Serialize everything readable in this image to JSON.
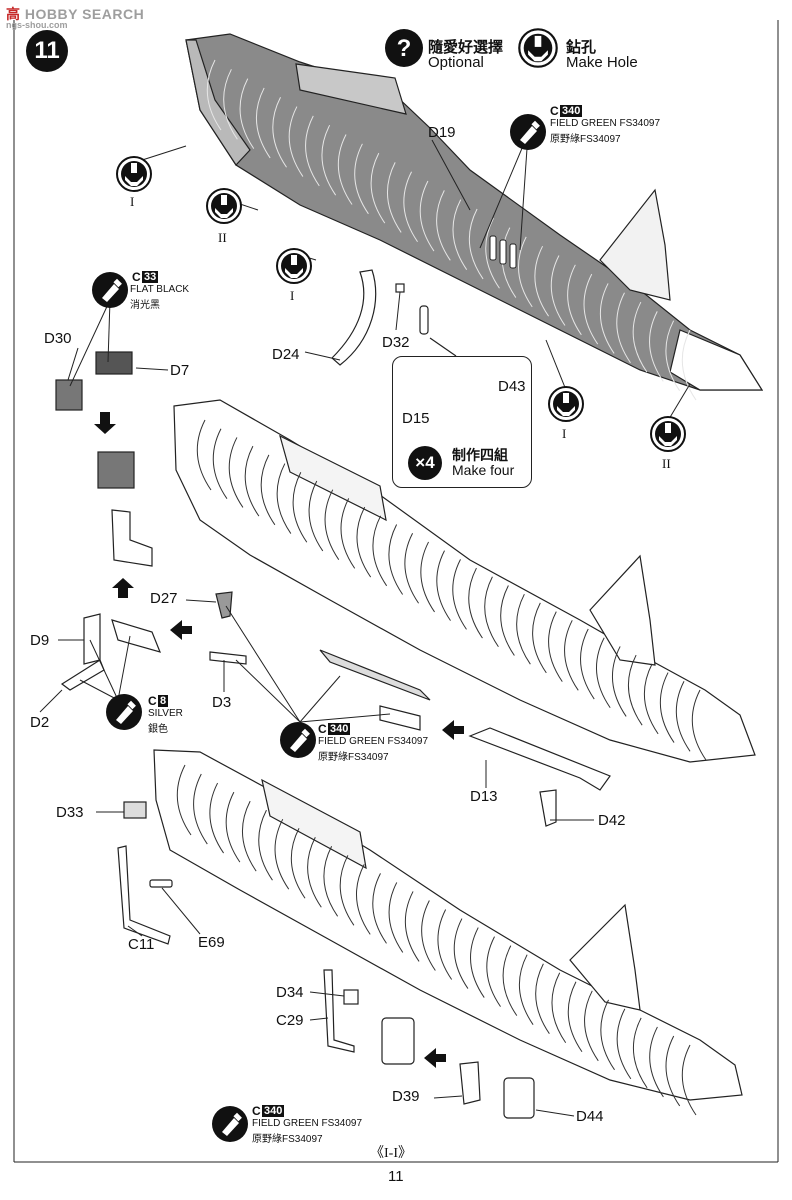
{
  "watermark": {
    "brand_a": "高",
    "brand_b": "HOBBY SEARCH",
    "sub": "ngs-shou.com"
  },
  "step_number": "11",
  "legend": {
    "optional_cn": "隨愛好選擇",
    "optional_en": "Optional",
    "hole_cn": "鉆孔",
    "hole_en": "Make Hole"
  },
  "paint": {
    "field_green": {
      "c": "C",
      "code": "340",
      "en": "FIELD GREEN FS34097",
      "cn": "原野綠FS34097"
    },
    "flat_black": {
      "c": "C",
      "code": "33",
      "en": "FLAT BLACK",
      "cn": "消光黑"
    },
    "silver": {
      "c": "C",
      "code": "8",
      "en": "SILVER",
      "cn": "銀色"
    }
  },
  "roman": {
    "one": "I",
    "two": "II"
  },
  "note": {
    "times": "×4",
    "cn": "制作四組",
    "en": "Make four"
  },
  "parts": {
    "d19": "D19",
    "d24": "D24",
    "d32": "D32",
    "d43": "D43",
    "d15": "D15",
    "d30": "D30",
    "d7": "D7",
    "d27": "D27",
    "d9": "D9",
    "d3": "D3",
    "d2": "D2",
    "d13": "D13",
    "d42": "D42",
    "d33": "D33",
    "e69": "E69",
    "c11": "C11",
    "d34": "D34",
    "c29": "C29",
    "d39": "D39",
    "d44": "D44"
  },
  "section_label": "《I-I》",
  "page_number": "11"
}
